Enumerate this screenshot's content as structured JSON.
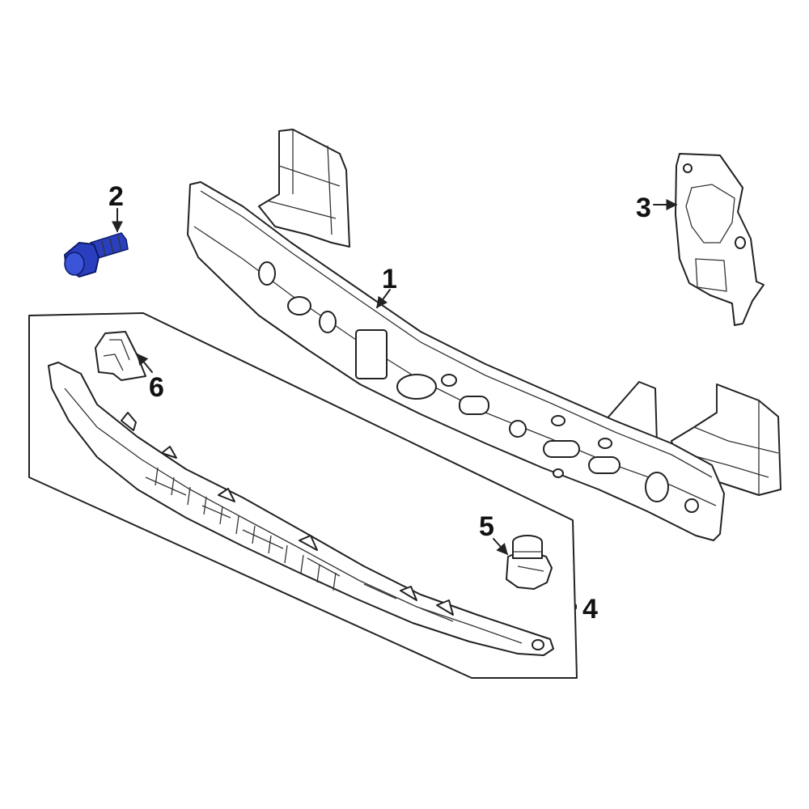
{
  "callouts": {
    "c1": "1",
    "c2": "2",
    "c3": "3",
    "c4": "4",
    "c5": "5",
    "c6": "6"
  },
  "colors": {
    "highlight": "#2a3fbf",
    "line": "#222222",
    "background": "#ffffff"
  }
}
